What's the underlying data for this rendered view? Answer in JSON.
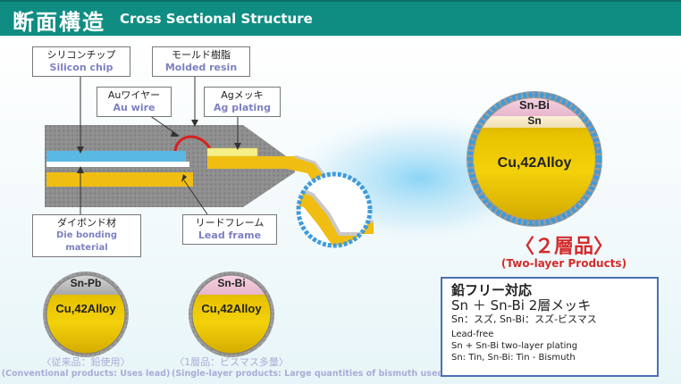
{
  "header": {
    "title_jp": "断面構造",
    "title_en": "Cross Sectional Structure"
  },
  "labels": {
    "silicon_chip": {
      "jp": "シリコンチップ",
      "en": "Silicon chip"
    },
    "molded_resin": {
      "jp": "モールド樹脂",
      "en": "Molded resin"
    },
    "au_wire": {
      "jp": "Auワイヤー",
      "en": "Au wire"
    },
    "ag_plating": {
      "jp": "Agメッキ",
      "en": "Ag plating"
    },
    "die_bonding": {
      "jp": "ダイボンド材",
      "en": "Die bonding material"
    },
    "lead_frame": {
      "jp": "リードフレーム",
      "en": "Lead frame"
    }
  },
  "large_ring": {
    "top_layer": "Sn-Bi",
    "middle_layer": "Sn",
    "core": "Cu,42Alloy",
    "title_jp": "〈２層品〉",
    "title_en": "(Two-layer Products)"
  },
  "conventional_ring": {
    "top_layer": "Sn-Pb",
    "core": "Cu,42Alloy",
    "caption_jp": "〈従来品：鉛使用〉",
    "caption_en": "(Conventional products: Uses lead)"
  },
  "single_layer_ring": {
    "top_layer": "Sn-Bi",
    "core": "Cu,42Alloy",
    "caption_jp": "〈1層品：ビスマス多量〉",
    "caption_en": "(Single-layer products: Large quantities of bismuth used)"
  },
  "info_box": {
    "line1": "鉛フリー対応",
    "line2": "Sn ＋ Sn-Bi 2層メッキ",
    "line3": "Sn：スズ, Sn-Bi：スズ-ビスマス",
    "line4": "Lead-free",
    "line5": "Sn + Sn-Bi two-layer plating",
    "line6": "Sn: Tin, Sn-Bi: Tin - Bismuth"
  },
  "colors": {
    "header": "#0f8d83",
    "resin": "#8a8a8a",
    "chip": "#59b9e3",
    "lead_frame": "#f0be12",
    "ring": "#3f9bdc",
    "red_text": "#d42c2c"
  }
}
